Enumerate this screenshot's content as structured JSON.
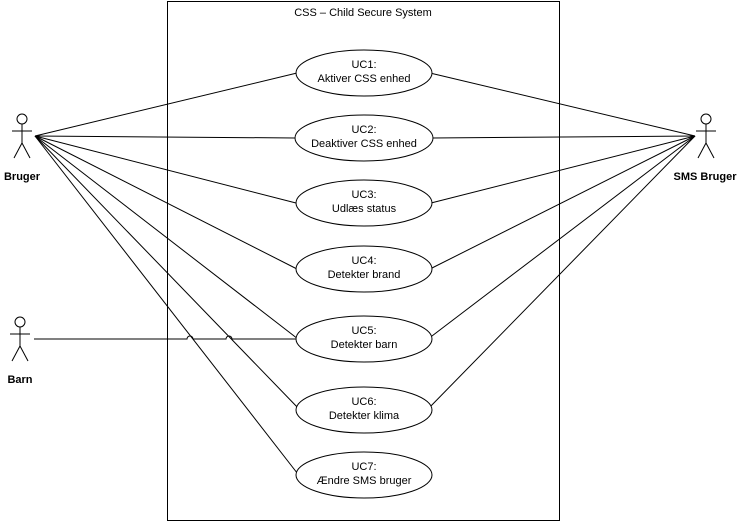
{
  "system": {
    "title": "CSS – Child Secure System"
  },
  "actors": {
    "bruger": "Bruger",
    "barn": "Barn",
    "sms_bruger": "SMS Bruger"
  },
  "use_cases": [
    {
      "id": "UC1:",
      "name": "Aktiver CSS enhed"
    },
    {
      "id": "UC2:",
      "name": "Deaktiver CSS enhed"
    },
    {
      "id": "UC3:",
      "name": "Udlæs status"
    },
    {
      "id": "UC4:",
      "name": "Detekter brand"
    },
    {
      "id": "UC5:",
      "name": "Detekter barn"
    },
    {
      "id": "UC6:",
      "name": "Detekter klima"
    },
    {
      "id": "UC7:",
      "name": "Ændre SMS bruger"
    }
  ],
  "associations": {
    "bruger": [
      "UC1:",
      "UC2:",
      "UC3:",
      "UC4:",
      "UC5:",
      "UC6:",
      "UC7:"
    ],
    "barn": [
      "UC5:"
    ],
    "sms_bruger": [
      "UC1:",
      "UC2:",
      "UC3:",
      "UC4:",
      "UC5:",
      "UC6:"
    ]
  }
}
